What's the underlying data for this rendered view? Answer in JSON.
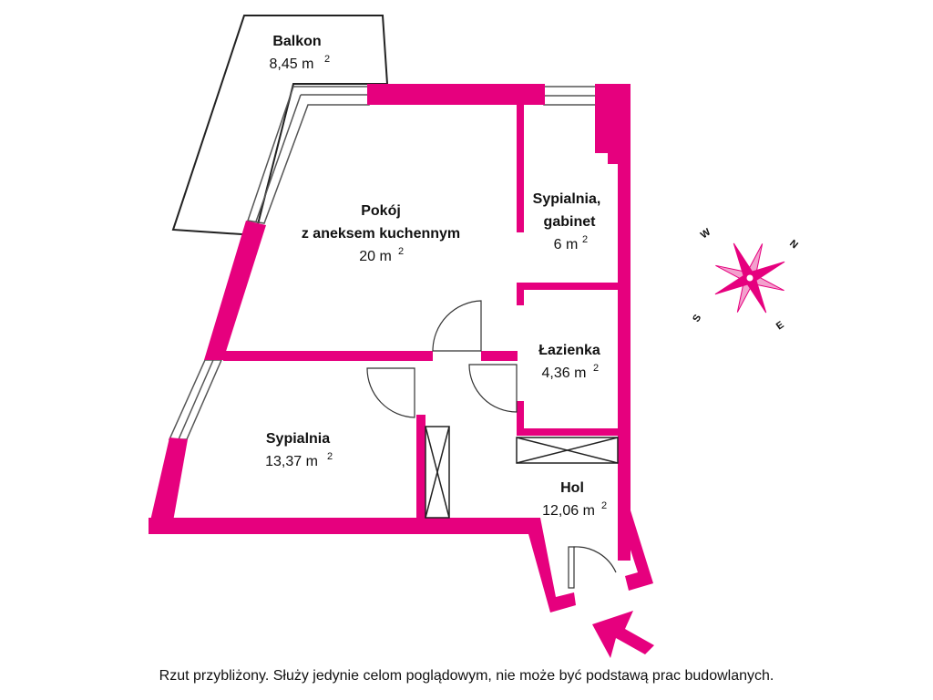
{
  "colors": {
    "wall": "#e6007e",
    "line": "#222222"
  },
  "rooms": {
    "balcony": {
      "name": "Balkon",
      "area": "8,45 m",
      "sup": "2"
    },
    "living": {
      "name": "Pokój",
      "name2": "z aneksem kuchennym",
      "area": "20 m",
      "sup": "2"
    },
    "study": {
      "name": "Sypialnia,",
      "name2": "gabinet",
      "area": "6 m",
      "sup": "2"
    },
    "bathroom": {
      "name": "Łazienka",
      "area": "4,36 m",
      "sup": "2"
    },
    "bedroom": {
      "name": "Sypialnia",
      "area": "13,37 m",
      "sup": "2"
    },
    "hall": {
      "name": "Hol",
      "area": "12,06 m",
      "sup": "2"
    }
  },
  "compass": {
    "w": "W",
    "n": "N",
    "s": "S",
    "e": "E"
  },
  "entrance_icon": "entrance-arrow-icon",
  "disclaimer": "Rzut przybliżony. Służy jedynie celom poglądowym, nie może być podstawą prac budowlanych."
}
